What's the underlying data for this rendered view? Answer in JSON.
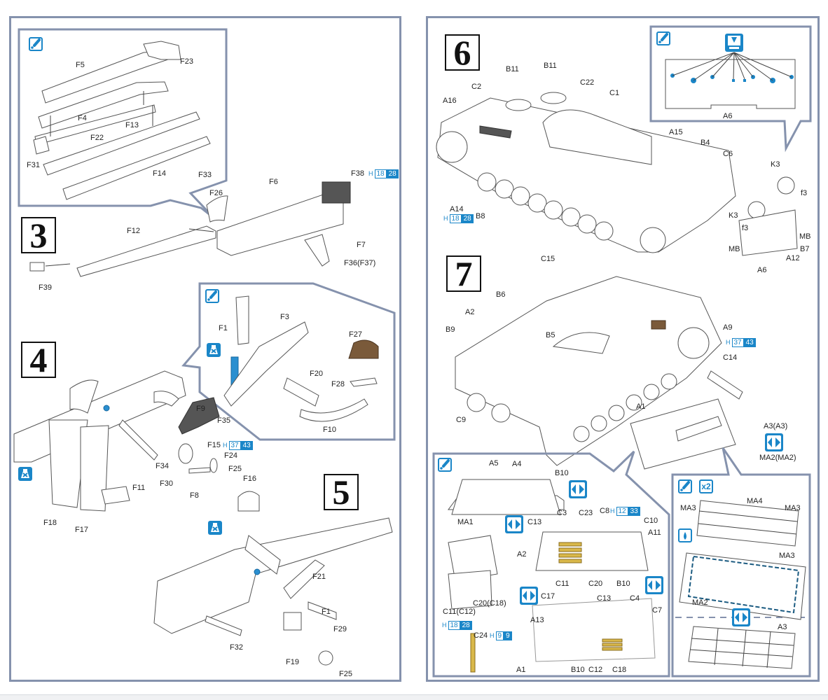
{
  "document": {
    "type": "model kit assembly instructions",
    "accent_color": "#1a86c8",
    "frame_color": "#8592ad"
  },
  "icons": {
    "glue": "glue-icon",
    "optional_no_glue": "no-glue-icon",
    "choose_option": "option-arrows-icon",
    "drill_hole": "drill-hole-icon",
    "bend": "bend-icon",
    "repeat": "repeat-icon"
  },
  "left_page": {
    "step3": {
      "number": "3",
      "callout_labels": [
        "F5",
        "F23",
        "F4",
        "F22",
        "F13",
        "F31",
        "F14",
        "F33"
      ],
      "labels": [
        "F26",
        "F6",
        "F38",
        "F12",
        "F7",
        "F36(F37)",
        "F39"
      ],
      "paint": {
        "part": "F38",
        "prefix": "H",
        "code1": "18",
        "code2": "28"
      }
    },
    "step4": {
      "number": "4",
      "callout_labels": [
        "F1",
        "F3",
        "F27",
        "F20",
        "F28",
        "F10"
      ],
      "labels": [
        "F9",
        "F35",
        "F15",
        "F24",
        "F34",
        "F25",
        "F30",
        "F8",
        "F11",
        "F18",
        "F17"
      ],
      "paint": {
        "part": "F15",
        "prefix": "H",
        "code1": "37",
        "code2": "43"
      }
    },
    "step5": {
      "number": "5",
      "labels": [
        "F16",
        "F21",
        "F1",
        "F29",
        "F32",
        "F19",
        "F25"
      ]
    }
  },
  "right_page": {
    "step6": {
      "number": "6",
      "labels": [
        "B11",
        "B11",
        "C2",
        "C22",
        "C1",
        "A16",
        "A15",
        "B4",
        "C6",
        "K3",
        "f3",
        "K3",
        "f3",
        "MB",
        "MB",
        "B7",
        "A12",
        "A6",
        "A14",
        "B8"
      ],
      "callout_labels": [
        "A6"
      ],
      "paint": {
        "part": "A14",
        "prefix": "H",
        "code1": "18",
        "code2": "28"
      }
    },
    "step7": {
      "number": "7",
      "labels": [
        "C15",
        "B6",
        "A2",
        "B9",
        "B5",
        "A9",
        "C14",
        "A1",
        "C9"
      ],
      "option_labels": [
        "A3(A3)",
        "MA2(MA2)"
      ],
      "paint": {
        "part": "A9",
        "prefix": "H",
        "code1": "37",
        "code2": "43"
      }
    },
    "detail_callout": {
      "labels_top": [
        "A5",
        "A4",
        "B10",
        "C3",
        "C23",
        "C8",
        "C10",
        "MA1",
        "C13",
        "A11",
        "A2",
        "C11",
        "C20",
        "B10"
      ],
      "labels_bottom": [
        "C11(C12)",
        "C20(C18)",
        "C17",
        "C13",
        "C4",
        "C7",
        "A13",
        "A1",
        "B10",
        "C12",
        "C18",
        "C24"
      ],
      "paint_c8": {
        "prefix": "H",
        "code1": "12",
        "code2": "33"
      },
      "paint_shell": {
        "prefix": "H",
        "code1": "18",
        "code2": "28"
      },
      "paint_c24": {
        "prefix": "H",
        "code1": "9",
        "code2": "9"
      }
    },
    "grille_callout": {
      "repeat": "x2",
      "labels": [
        "MA4",
        "MA3",
        "MA3",
        "MA3",
        "MA2",
        "A3"
      ]
    }
  }
}
